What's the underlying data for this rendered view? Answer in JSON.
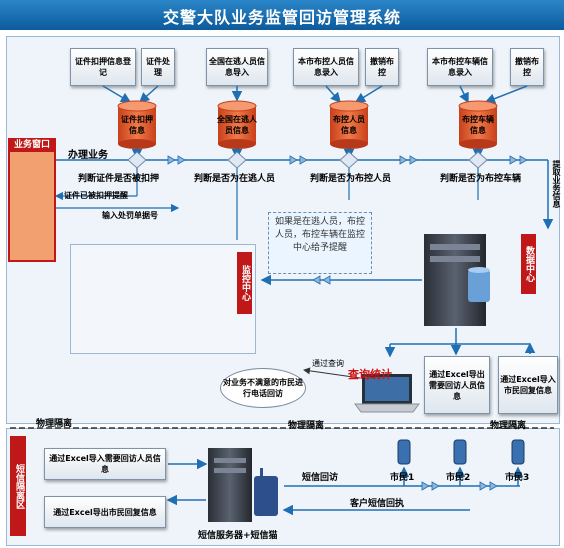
{
  "title": "交警大队业务监管回访管理系统",
  "top_inputs": [
    {
      "label": "证件扣押信息登记"
    },
    {
      "label": "证件处理"
    },
    {
      "label": "全国在逃人员信息导入"
    },
    {
      "label": "本市布控人员信息录入"
    },
    {
      "label": "撤销布控"
    },
    {
      "label": "本市布控车辆信息录入"
    },
    {
      "label": "撤销布控"
    }
  ],
  "databases": [
    {
      "label": "证件扣押信息"
    },
    {
      "label": "全国在逃人员信息"
    },
    {
      "label": "布控人员信息"
    },
    {
      "label": "布控车辆信息"
    }
  ],
  "service_window": "业务窗口",
  "process_label": "办理业务",
  "checks": [
    "判断证件是否被扣押",
    "判断是否为在逃人员",
    "判断是否为布控人员",
    "判断是否为布控车辆"
  ],
  "notes": {
    "seized_alert": "证件已被扣押提醒",
    "ticket_no": "输入处罚单据号",
    "extract": "提取业务信息"
  },
  "callout": "如果是在逃人员，布控人员，布控车辆在监控中心给予提醒",
  "monitor_center": "监控中心",
  "data_center": "数据中心",
  "query": {
    "label": "查询统计",
    "via": "通过查询"
  },
  "survey_oval": "对业务不满意的市民进行电话回访",
  "excel_export": "通过Excel导出需要回访人员信息",
  "excel_import": "通过Excel导入市民回复信息",
  "isolation": [
    "物理隔离",
    "物理隔离",
    "物理隔离"
  ],
  "sms_center": "短信隔离区",
  "sms_import": "通过Excel导入需要回访人员信息",
  "sms_export": "通过Excel导出市民回复信息",
  "sms_visit": "短信回访",
  "sms_reply": "客户短信回执",
  "sms_server": "短信服务器+短信猫",
  "citizens": [
    "市民1",
    "市民2",
    "市民3"
  ],
  "colors": {
    "accent": "#1f6fb5",
    "red": "#c01818",
    "db": "#e85a2a"
  }
}
